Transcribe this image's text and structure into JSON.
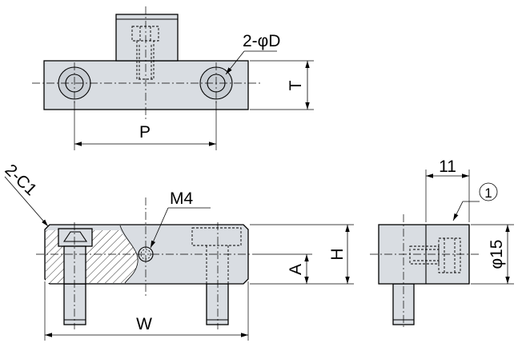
{
  "labels": {
    "hole_spec": "2-φD",
    "height_t": "T",
    "pitch_p": "P",
    "chamfer": "2-C1",
    "thread": "M4",
    "height_h": "H",
    "height_a": "A",
    "width_w": "W",
    "offset": "11",
    "marker": "1",
    "diameter": "φ15"
  }
}
